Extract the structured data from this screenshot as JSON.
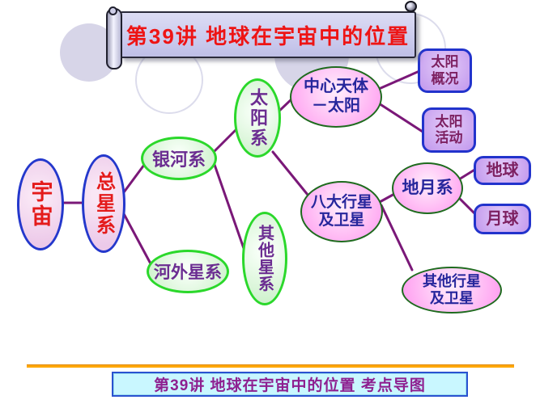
{
  "banner": {
    "title": "第39讲  地球在宇宙中的位置"
  },
  "footer": {
    "caption": "第39讲  地球在宇宙中的位置  考点导图"
  },
  "nodes": {
    "universe": {
      "label": "宇宙"
    },
    "total_galaxy": {
      "label": "总星系"
    },
    "milky_way": {
      "label": "银河系"
    },
    "extragalactic": {
      "label": "河外星系"
    },
    "solar_system": {
      "label": "太阳系"
    },
    "other_galaxies": {
      "label": "其他星系"
    },
    "central_body": {
      "line1": "中心天体",
      "line2": "－太阳"
    },
    "eight_planets": {
      "line1": "八大行星",
      "line2": "及卫星"
    },
    "earth_moon": {
      "label": "地月系"
    },
    "other_planets": {
      "line1": "其他行星",
      "line2": "及卫星"
    },
    "sun_overview": {
      "line1": "太阳",
      "line2": "概况"
    },
    "sun_activity": {
      "line1": "太阳",
      "line2": "活动"
    },
    "earth": {
      "label": "地球"
    },
    "moon": {
      "label": "月球"
    }
  },
  "colors": {
    "title_text": "#ee1414",
    "banner_fill": "#ccccee",
    "left_node_border": "#2438cc",
    "left_node_text": "#e41b1b",
    "green_node_border": "#2bd82b",
    "green_node_text": "#6b2d91",
    "pink_node_border": "#1e6b1e",
    "pink_node_fill": "#ff9cf0",
    "pink_node_text": "#26269c",
    "leaf_box_border": "#2233cc",
    "leaf_box_fill": "#c49cee",
    "leaf_box_text": "#7d2061",
    "connector": "#7a1878",
    "footer_rule": "#ffa800",
    "footer_fill": "#c9f7ff",
    "footer_text": "#8e2090"
  }
}
